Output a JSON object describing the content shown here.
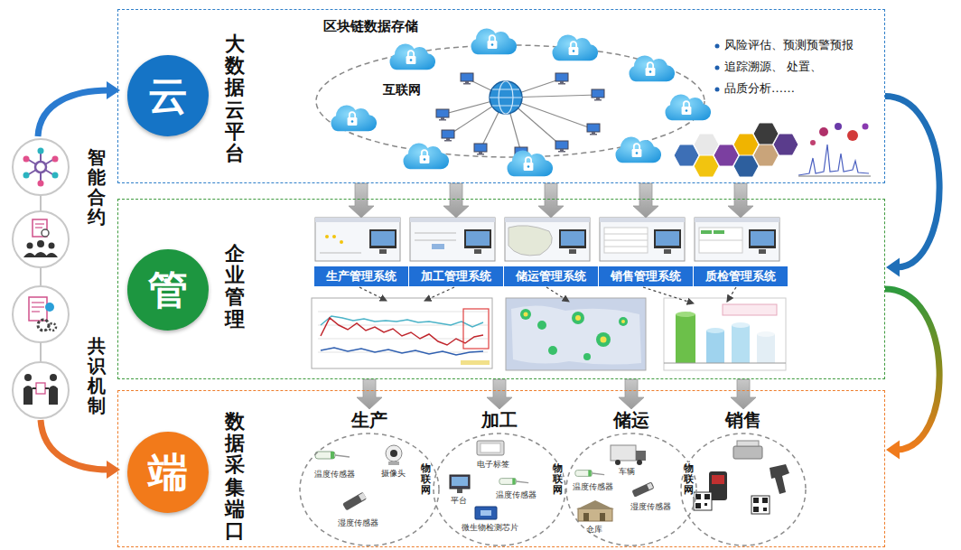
{
  "diagram": {
    "nodes": [
      {
        "text": [
          "大数据云平台"
        ]
      },
      {
        "text": [
          "云"
        ],
        "in": 0
      },
      {
        "text": [
          "企业管理"
        ]
      },
      {
        "text": [
          "管"
        ],
        "in": 2
      },
      {
        "text": [
          "生产管理系统"
        ],
        "in": 2
      },
      {
        "text": [
          "加工管理系统"
        ],
        "in": 2
      },
      {
        "text": [
          "储运管理系统"
        ],
        "in": 2
      },
      {
        "text": [
          "销售管理系统"
        ],
        "in": 2
      },
      {
        "text": [
          "质检管理系统"
        ],
        "in": 2
      },
      {
        "text": [
          "数据采集端口"
        ]
      },
      {
        "text": [
          "端"
        ],
        "in": 9
      },
      {
        "text": [
          "生产",
          "温度传感器",
          "摄像头",
          "湿度传感器"
        ],
        "in": 9
      },
      {
        "text": [
          "加工",
          "电子标签",
          "平台",
          "温度传感器",
          "微生物检测芯片"
        ],
        "in": 9
      },
      {
        "text": [
          "储运",
          "车辆",
          "温度传感器",
          "湿度传感器",
          "仓库"
        ],
        "in": 9
      },
      {
        "text": [
          "销售"
        ],
        "in": 9
      }
    ],
    "edges": [
      {
        "from": 0,
        "to": 2,
        "arrow": "to"
      },
      {
        "from": 2,
        "to": 9,
        "arrow": "to"
      },
      {
        "from": 0,
        "to": 4,
        "arrow": "to"
      },
      {
        "from": 0,
        "to": 5,
        "arrow": "to"
      },
      {
        "from": 0,
        "to": 6,
        "arrow": "to"
      },
      {
        "from": 0,
        "to": 7,
        "arrow": "to"
      },
      {
        "from": 0,
        "to": 8,
        "arrow": "to"
      },
      {
        "from": 2,
        "to": 11,
        "arrow": "to"
      },
      {
        "from": 2,
        "to": 12,
        "arrow": "to"
      },
      {
        "from": 2,
        "to": 13,
        "arrow": "to"
      },
      {
        "from": 2,
        "to": 14,
        "arrow": "to"
      }
    ],
    "labels": [
      "区块链数据存储",
      "互联网",
      "风险评估、预测预警预报",
      "追踪溯源、 处置、",
      "品质分析……",
      "智能合约",
      "共识机制",
      "物联网",
      "物联网",
      "物联网"
    ]
  }
}
